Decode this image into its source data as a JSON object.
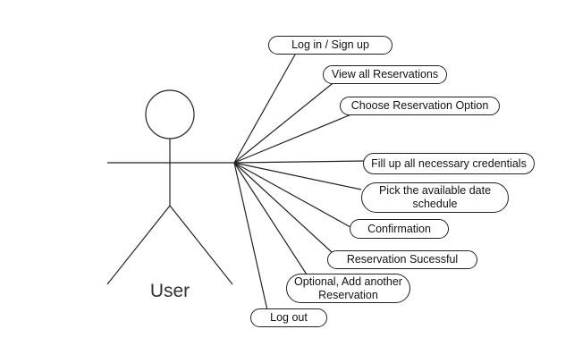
{
  "actor": {
    "label": "User"
  },
  "use_cases": [
    {
      "label": "Log in / Sign up"
    },
    {
      "label": "View all Reservations"
    },
    {
      "label": "Choose Reservation Option"
    },
    {
      "label": "Fill up all necessary credentials"
    },
    {
      "label": "Pick the available date\nschedule"
    },
    {
      "label": "Confirmation"
    },
    {
      "label": "Reservation Sucessful"
    },
    {
      "label": "Optional, Add another\nReservation"
    },
    {
      "label": "Log out"
    }
  ]
}
